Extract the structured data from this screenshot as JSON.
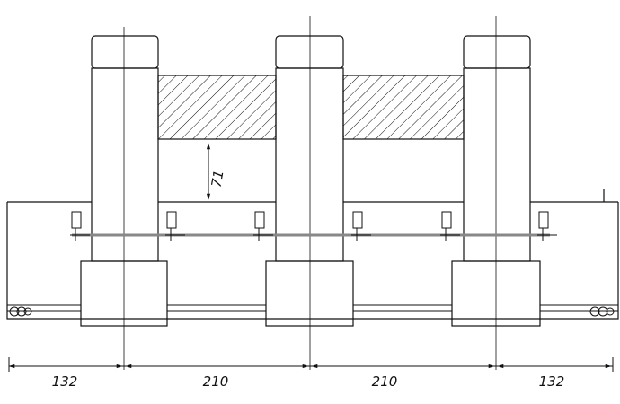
{
  "dimensions": {
    "left": "132",
    "center_left": "210",
    "center_right": "210",
    "right": "132",
    "hatch_gap": "71"
  },
  "colors": {
    "line": "#111111",
    "rail": "#888888",
    "background": "#ffffff"
  }
}
